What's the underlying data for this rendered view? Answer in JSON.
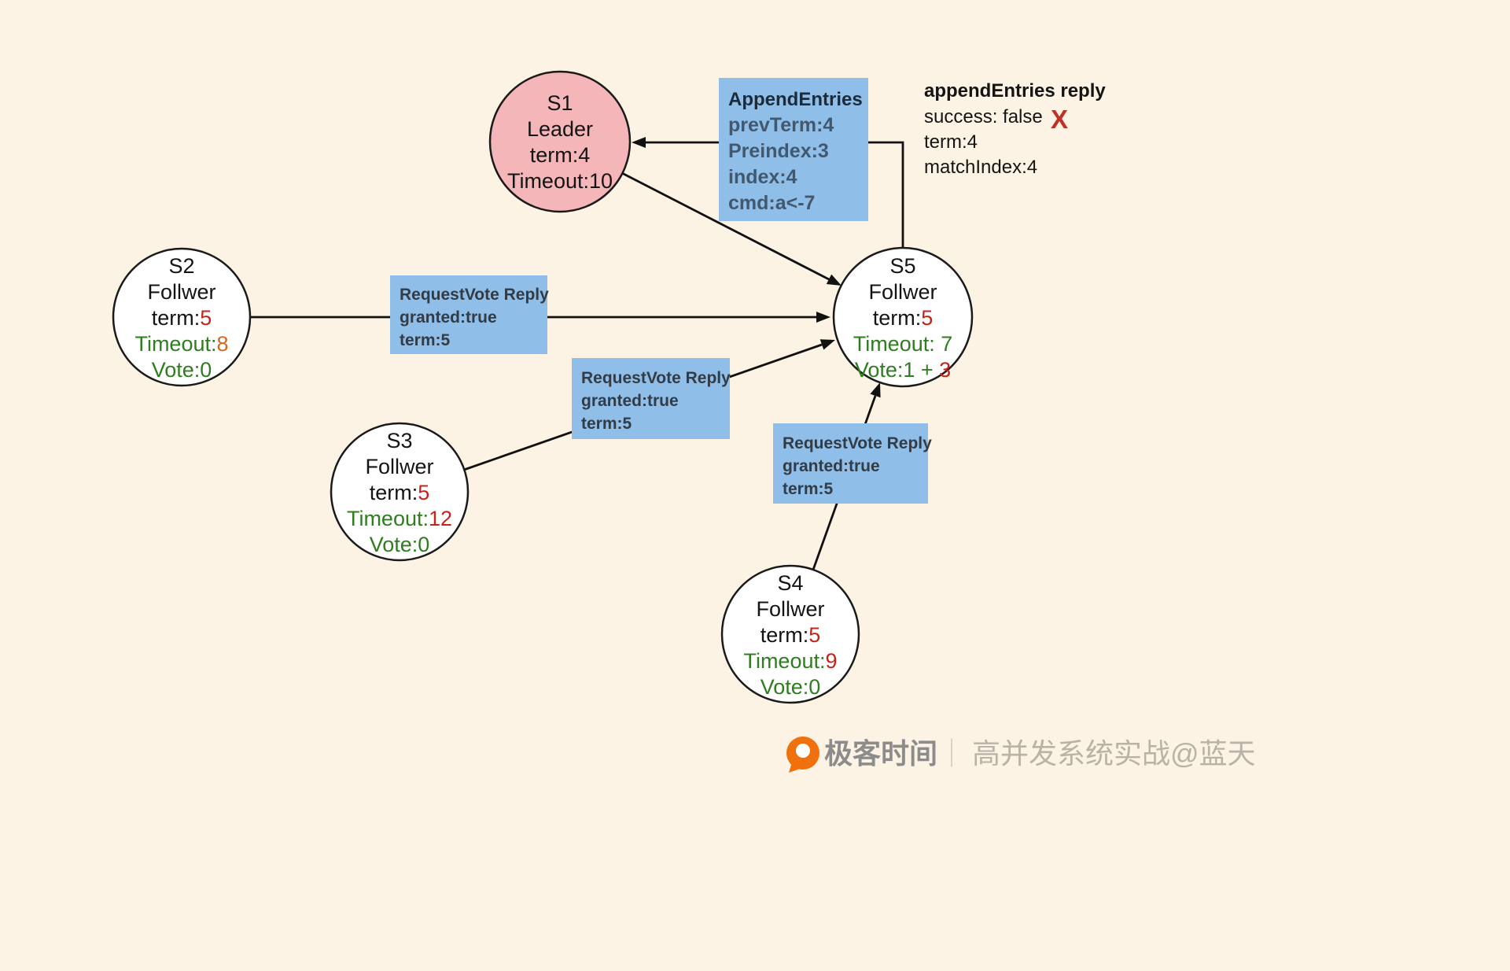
{
  "colors": {
    "background": "#fcf3e4",
    "leader_fill": "#f5b6ba",
    "follower_fill": "#ffffff",
    "node_stroke": "#1a1a1a",
    "box_fill": "#8fbee9",
    "box_title_text": "#1c2b3a",
    "box_body_text": "#41586e",
    "rv_box_text": "#333b44",
    "value_red": "#c3251c",
    "value_green": "#2e7d1e",
    "value_orange": "#d2691e",
    "text_black": "#141414",
    "cross_red": "#bf3127",
    "edge_black": "#111111",
    "brand_orange": "#f0700e",
    "footer_gray": "#8c8c8c",
    "footer_separator_gray": "#cfc8bc",
    "footer_light_gray": "#b9b2a6"
  },
  "nodes": {
    "s1": {
      "id": "S1",
      "role": "Leader",
      "term_label": "term:",
      "term_value": "4",
      "timeout_label": "Timeout:",
      "timeout_value": "10"
    },
    "s2": {
      "id": "S2",
      "role": "Follwer",
      "term_label": "term:",
      "term_value": "5",
      "timeout_label": "Timeout:",
      "timeout_value": "8",
      "vote": "Vote:0"
    },
    "s3": {
      "id": "S3",
      "role": "Follwer",
      "term_label": "term:",
      "term_value": "5",
      "timeout_label": "Timeout:",
      "timeout_value": "12",
      "vote": "Vote:0"
    },
    "s4": {
      "id": "S4",
      "role": "Follwer",
      "term_label": "term:",
      "term_value": "5",
      "timeout_label": "Timeout:",
      "timeout_value": "9",
      "vote": "Vote:0"
    },
    "s5": {
      "id": "S5",
      "role": "Follwer",
      "term_label": "term:",
      "term_value": "5",
      "timeout_label": "Timeout:",
      "timeout_value": " 7",
      "vote_prefix": "Vote:1 + ",
      "vote_suffix": "3"
    }
  },
  "append_entries_box": {
    "title": "AppendEntries",
    "lines": [
      "prevTerm:4",
      "Preindex:3",
      "index:4",
      "cmd:a<-7"
    ]
  },
  "request_vote_boxes": [
    {
      "title": "RequestVote Reply",
      "granted": "granted:true",
      "term": "term:5"
    },
    {
      "title": "RequestVote Reply",
      "granted": "granted:true",
      "term": "term:5"
    },
    {
      "title": "RequestVote Reply",
      "granted": "granted:true",
      "term": "term:5"
    }
  ],
  "reply_note": {
    "title": "appendEntries reply",
    "success": "success: false",
    "mark": "X",
    "term": "term:4",
    "match_index": "matchIndex:4"
  },
  "footer": {
    "brand": "极客时间",
    "separator": "｜",
    "credit": "高并发系统实战@蓝天"
  }
}
